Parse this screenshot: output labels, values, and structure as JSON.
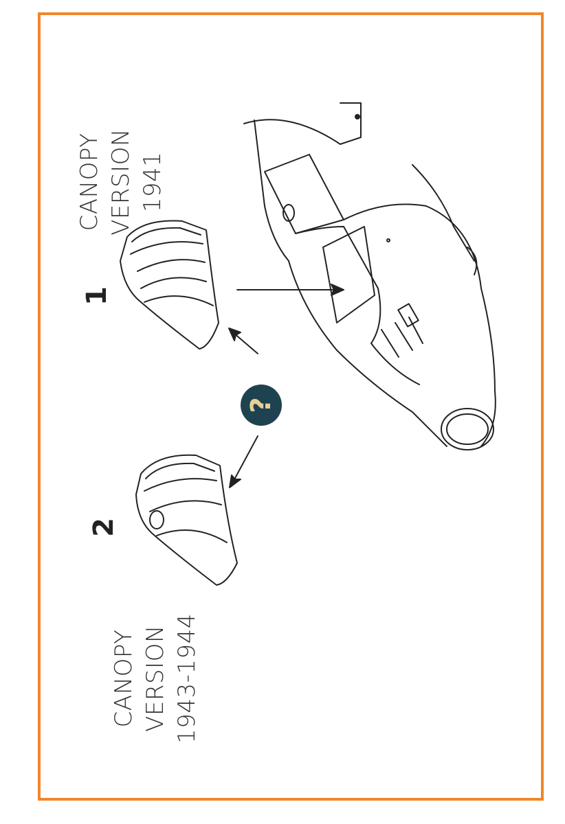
{
  "labels": {
    "version_1": {
      "line1": "CANOPY",
      "line2": "VERSION",
      "line3": "1941"
    },
    "version_2": {
      "line1": "CANOPY",
      "line2": "VERSION",
      "line3": "1943-1944"
    }
  },
  "numbers": {
    "one": "1",
    "two": "2"
  },
  "question": {
    "glyph": "?",
    "icon": "question-icon"
  },
  "colors": {
    "frame": "#f0862a",
    "badge": "#1e4250",
    "badge_glyph": "#e8cf98",
    "line": "#222222"
  }
}
